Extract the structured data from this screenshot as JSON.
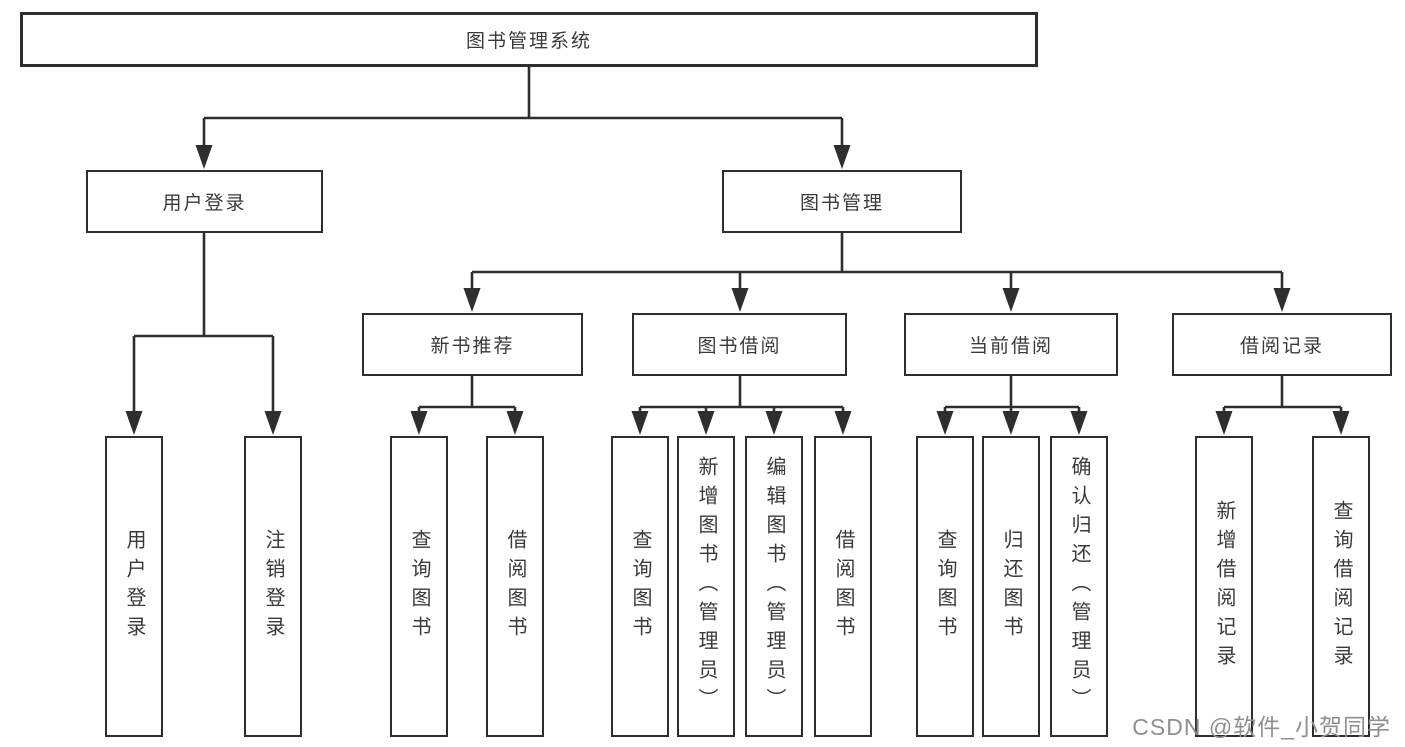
{
  "diagram": {
    "root": {
      "label": "图书管理系统"
    },
    "branches": [
      {
        "label": "用户登录",
        "children": [
          {
            "label": "用户登录"
          },
          {
            "label": "注销登录"
          }
        ]
      },
      {
        "label": "图书管理",
        "children": [
          {
            "label": "新书推荐",
            "children": [
              {
                "label": "查询图书"
              },
              {
                "label": "借阅图书"
              }
            ]
          },
          {
            "label": "图书借阅",
            "children": [
              {
                "label": "查询图书"
              },
              {
                "label": "新增图书（管理员）"
              },
              {
                "label": "编辑图书（管理员）"
              },
              {
                "label": "借阅图书"
              }
            ]
          },
          {
            "label": "当前借阅",
            "children": [
              {
                "label": "查询图书"
              },
              {
                "label": "归还图书"
              },
              {
                "label": "确认归还（管理员）"
              }
            ]
          },
          {
            "label": "借阅记录",
            "children": [
              {
                "label": "新增借阅记录"
              },
              {
                "label": "查询借阅记录"
              }
            ]
          }
        ]
      }
    ]
  },
  "watermark": {
    "text": "CSDN @软件_小贺同学"
  },
  "colors": {
    "background": "#ffffff",
    "line": "#2e2e2e",
    "box_border": "#2e2e2e",
    "text": "#3a3a3a",
    "watermark": "#8f8f8f"
  }
}
